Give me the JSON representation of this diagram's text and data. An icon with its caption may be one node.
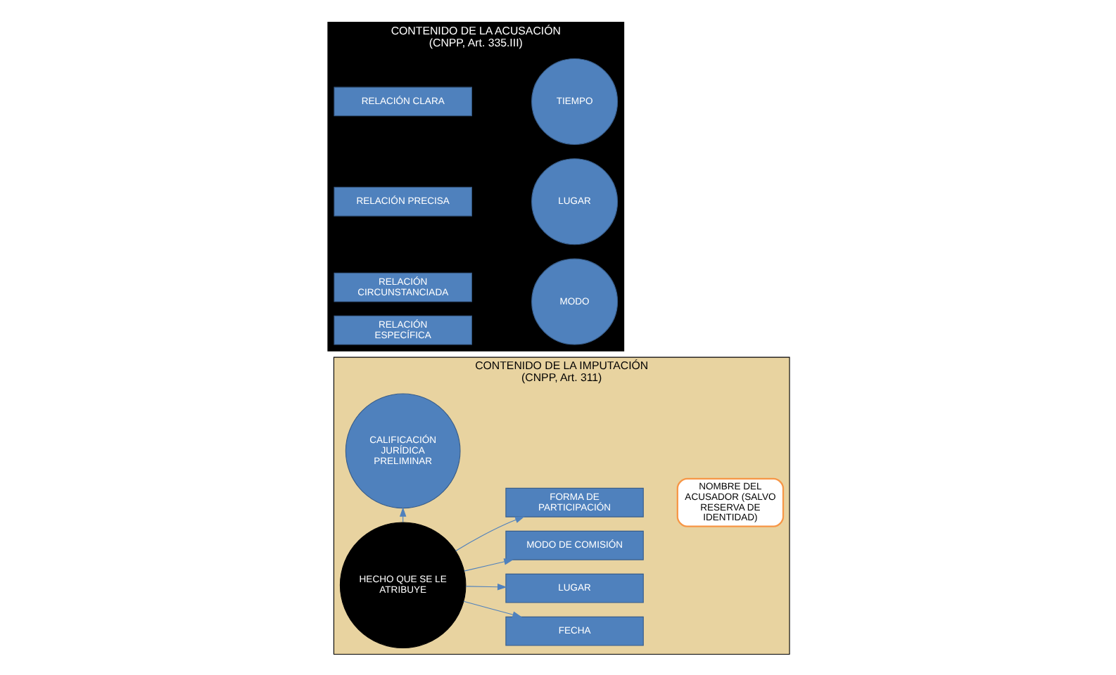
{
  "diagram": {
    "nodes": [
      {
        "text": [
          "CONTENIDO DE LA IMPUTACIÓN (CNPP, Art. 311)"
        ]
      },
      {
        "text": [
          "HECHO QUE SE LE ATRIBUYE"
        ],
        "in": 0
      },
      {
        "text": [
          "FECHA"
        ],
        "in": 0
      },
      {
        "text": [
          "LUGAR"
        ],
        "in": 0
      },
      {
        "text": [
          "MODO DE COMISIÓN"
        ],
        "in": 0
      },
      {
        "text": [
          "FORMA DE PARTICIPACIÓN"
        ],
        "in": 0
      },
      {
        "text": [
          "CALIFICACIÓN JURÍDICA PRELIMINAR"
        ],
        "in": 0
      },
      {
        "text": [
          "NOMBRE DEL ACUSADOR (SALVO RESERVA DE IDENTIDAD)"
        ],
        "in": 0
      },
      {
        "text": [
          "CONTENIDO DE LA ACUSACIÓN (CNPP, Art. 335.III)"
        ]
      },
      {
        "text": [
          "RELACIÓN CLARA"
        ],
        "in": 8
      },
      {
        "text": [
          "RELACIÓN PRECISA"
        ],
        "in": 8
      },
      {
        "text": [
          "RELACIÓN CIRCUNSTANCIADA"
        ],
        "in": 8
      },
      {
        "text": [
          "RELACIÓN ESPECÍFICA"
        ],
        "in": 8
      },
      {
        "text": [
          "TIEMPO"
        ],
        "in": 8
      },
      {
        "text": [
          "LUGAR"
        ],
        "in": 8
      },
      {
        "text": [
          "MODO"
        ],
        "in": 8
      }
    ],
    "edges": [
      {
        "from": 1,
        "to": 2,
        "arrow": "to"
      },
      {
        "from": 1,
        "to": 3,
        "arrow": "to"
      },
      {
        "from": 1,
        "to": 4,
        "arrow": "to"
      },
      {
        "from": 1,
        "to": 5,
        "arrow": "to"
      },
      {
        "from": 1,
        "to": 6,
        "arrow": "to"
      }
    ]
  }
}
